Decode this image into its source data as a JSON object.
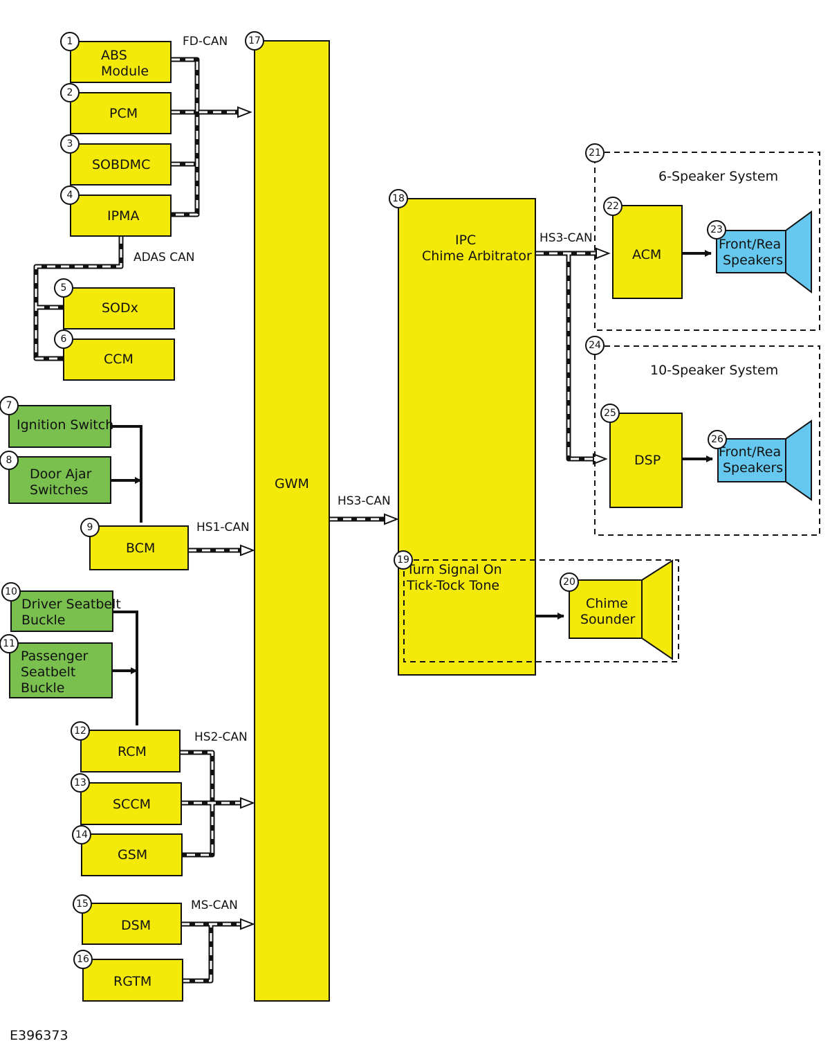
{
  "modules": {
    "abs": {
      "line1": "ABS",
      "line2": "Module",
      "num": "1"
    },
    "pcm": {
      "label": "PCM",
      "num": "2"
    },
    "sobdmc": {
      "label": "SOBDMC",
      "num": "3"
    },
    "ipma": {
      "label": "IPMA",
      "num": "4"
    },
    "sodx": {
      "label": "SODx",
      "num": "5"
    },
    "ccm": {
      "label": "CCM",
      "num": "6"
    },
    "ignition": {
      "label": "Ignition Switch",
      "num": "7"
    },
    "door": {
      "line1": "Door Ajar",
      "line2": "Switches",
      "num": "8"
    },
    "bcm": {
      "label": "BCM",
      "num": "9"
    },
    "driver_belt": {
      "line1": "Driver Seatbelt",
      "line2": "Buckle",
      "num": "10"
    },
    "pass_belt": {
      "line1": "Passenger",
      "line2": "Seatbelt",
      "line3": "Buckle",
      "num": "11"
    },
    "rcm": {
      "label": "RCM",
      "num": "12"
    },
    "sccm": {
      "label": "SCCM",
      "num": "13"
    },
    "gsm": {
      "label": "GSM",
      "num": "14"
    },
    "dsm": {
      "label": "DSM",
      "num": "15"
    },
    "rgtm": {
      "label": "RGTM",
      "num": "16"
    },
    "gwm": {
      "label": "GWM",
      "num": "17"
    },
    "ipc": {
      "line1": "IPC",
      "line2": "Chime Arbitrator",
      "num": "18"
    },
    "turn": {
      "line1": "Turn Signal On",
      "line2": "Tick-Tock Tone",
      "num": "19"
    },
    "chime": {
      "line1": "Chime",
      "line2": "Sounder",
      "num": "20"
    },
    "six_sys": {
      "label": "6-Speaker System",
      "num": "21"
    },
    "acm": {
      "label": "ACM",
      "num": "22"
    },
    "spk1": {
      "line1": "Front/Rea",
      "line2": "Speakers",
      "num": "23"
    },
    "ten_sys": {
      "label": "10-Speaker System",
      "num": "24"
    },
    "dsp": {
      "label": "DSP",
      "num": "25"
    },
    "spk2": {
      "line1": "Front/Rea",
      "line2": "Speakers",
      "num": "26"
    }
  },
  "buses": {
    "fd": "FD-CAN",
    "adas": "ADAS CAN",
    "hs1": "HS1-CAN",
    "hs2": "HS2-CAN",
    "ms": "MS-CAN",
    "hs3_gwm": "HS3-CAN",
    "hs3_ipc": "HS3-CAN"
  },
  "figure_id": "E396373"
}
